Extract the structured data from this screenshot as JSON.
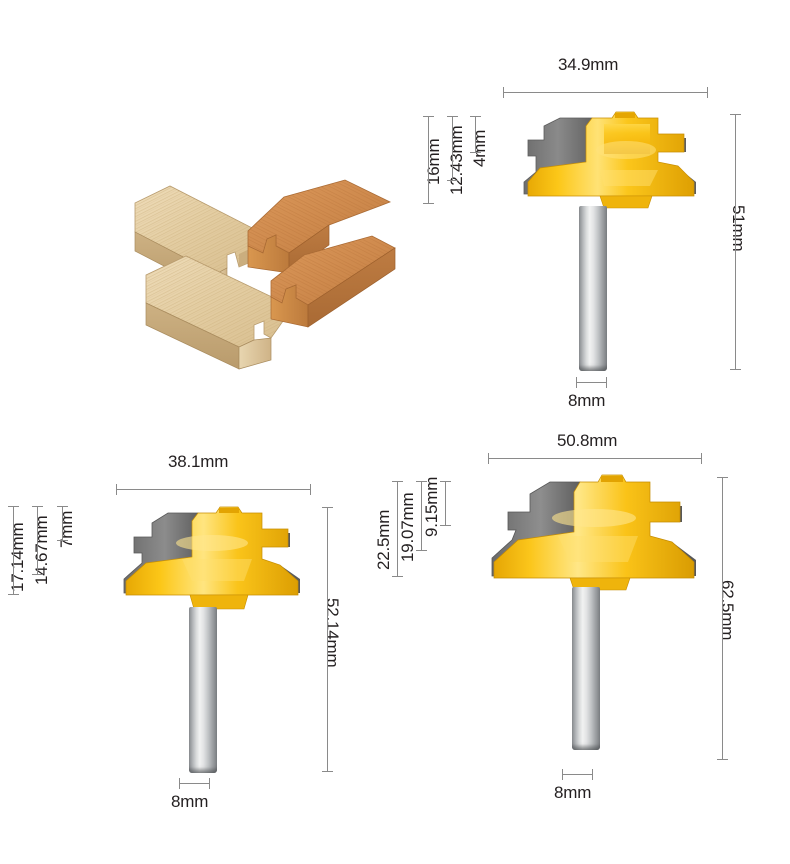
{
  "diagram": {
    "title": "45 degree lock miter router bit set - dimensioned drawing",
    "unit": "mm",
    "colors": {
      "bit_yellow": "#F9C016",
      "bit_yellow_dark": "#E0A300",
      "bit_yellow_light": "#FFD94A",
      "carbide_gray": "#7D7D7D",
      "carbide_gray_dark": "#4A4A4A",
      "shank_steel": "#C9CCCE",
      "dimension_line": "#8A8A8A",
      "label_text": "#231F20",
      "wood_light": "#E3CFA5",
      "wood_dark": "#CE8A4E",
      "background": "#FFFFFF"
    }
  },
  "joint_illustration": {
    "name": "45-degree lock miter joint sample",
    "piece_count": 4,
    "pieces": [
      {
        "id": "upper-left-board",
        "tone": "light"
      },
      {
        "id": "upper-right-board",
        "tone": "dark"
      },
      {
        "id": "lower-left-board",
        "tone": "light"
      },
      {
        "id": "lower-right-board",
        "tone": "dark"
      }
    ]
  },
  "bits": [
    {
      "id": "bit-top-right",
      "position": "top-right",
      "shank_diameter": "8mm",
      "dimensions": {
        "width_top": "34.9mm",
        "overall_height": "51mm",
        "left_stack": [
          "16mm",
          "12.43mm",
          "4mm"
        ]
      },
      "labels": {
        "width": "34.9mm",
        "height": "51mm",
        "left_outer": "16mm",
        "left_middle": "12.43mm",
        "left_inner": "4mm",
        "shank": "8mm"
      }
    },
    {
      "id": "bit-bottom-left",
      "position": "bottom-left",
      "shank_diameter": "8mm",
      "dimensions": {
        "width_top": "38.1mm",
        "overall_height": "52.14mm",
        "left_stack": [
          "17.14mm",
          "14.67mm",
          "7mm"
        ]
      },
      "labels": {
        "width": "38.1mm",
        "height": "52.14mm",
        "left_outer": "17.14mm",
        "left_middle": "14.67mm",
        "left_inner": "7mm",
        "shank": "8mm"
      }
    },
    {
      "id": "bit-bottom-right",
      "position": "bottom-right",
      "shank_diameter": "8mm",
      "dimensions": {
        "width_top": "50.8mm",
        "overall_height": "62.5mm",
        "left_stack": [
          "22.5mm",
          "19.07mm",
          "9.15mm"
        ]
      },
      "labels": {
        "width": "50.8mm",
        "height": "62.5mm",
        "left_outer": "22.5mm",
        "left_middle": "19.07mm",
        "left_inner": "9.15mm",
        "shank": "8mm"
      }
    }
  ]
}
